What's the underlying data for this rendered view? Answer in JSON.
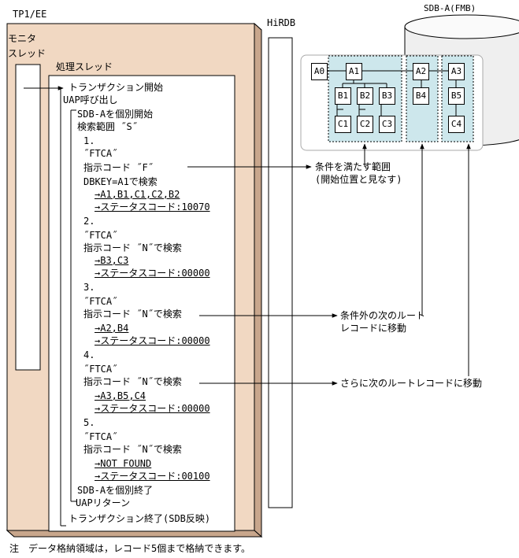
{
  "title_tp1": "TP1/EE",
  "title_hirdb": "HiRDB",
  "title_sdb": "SDB-A(FMB)",
  "monitor_label": [
    "モニタ",
    "スレッド"
  ],
  "process_label": "処理スレッド",
  "steps": [
    {
      "text": "トランザクション開始",
      "u": false
    },
    {
      "text": "UAP呼び出し",
      "u": false
    },
    {
      "text": "SDB-Aを個別開始",
      "u": false
    },
    {
      "text": "検索範囲 ˝S˝",
      "u": false
    },
    {
      "text": "1.",
      "u": false
    },
    {
      "text": "˝FTCA˝",
      "u": false
    },
    {
      "text": "指示コード ˝F˝",
      "u": false
    },
    {
      "text": "DBKEY=A1で検索",
      "u": false
    },
    {
      "text": "→A1,B1,C1,C2,B2",
      "u": true
    },
    {
      "text": "→ステータスコード:10070",
      "u": true
    },
    {
      "text": "2.",
      "u": false
    },
    {
      "text": "˝FTCA˝",
      "u": false
    },
    {
      "text": "指示コード ˝N˝で検索",
      "u": false
    },
    {
      "text": "→B3,C3",
      "u": true
    },
    {
      "text": "→ステータスコード:00000",
      "u": true
    },
    {
      "text": "3.",
      "u": false
    },
    {
      "text": "˝FTCA˝",
      "u": false
    },
    {
      "text": "指示コード ˝N˝で検索",
      "u": false
    },
    {
      "text": "→A2,B4",
      "u": true
    },
    {
      "text": "→ステータスコード:00000",
      "u": true
    },
    {
      "text": "4.",
      "u": false
    },
    {
      "text": "˝FTCA˝",
      "u": false
    },
    {
      "text": "指示コード ˝N˝で検索",
      "u": false
    },
    {
      "text": "→A3,B5,C4",
      "u": true
    },
    {
      "text": "→ステータスコード:00000",
      "u": true
    },
    {
      "text": "5.",
      "u": false
    },
    {
      "text": "˝FTCA˝",
      "u": false
    },
    {
      "text": "指示コード ˝N˝で検索",
      "u": false
    },
    {
      "text": "→NOT FOUND",
      "u": true
    },
    {
      "text": "→ステータスコード:00100",
      "u": true
    },
    {
      "text": "SDB-Aを個別終了",
      "u": false
    },
    {
      "text": "UAPリターン",
      "u": false
    },
    {
      "text": "トランザクション終了(SDB反映)",
      "u": false
    }
  ],
  "records": {
    "a0": "A0",
    "a1": "A1",
    "a2": "A2",
    "a3": "A3",
    "b1": "B1",
    "b2": "B2",
    "b3": "B3",
    "b4": "B4",
    "b5": "B5",
    "c1": "C1",
    "c2": "C2",
    "c3": "C3",
    "c4": "C4"
  },
  "annotations": {
    "range_line1": "条件を満たす範囲",
    "range_line2": "(開始位置と見なす)",
    "next_root_line1": "条件外の次のルート",
    "next_root_line2": "レコードに移動",
    "further": "さらに次のルートレコードに移動"
  },
  "note": "注　データ格納領域は，レコード5個まで格納できます。",
  "colors": {
    "panel": "#f1d8c2",
    "panel_edge": "#8a6a55",
    "group_fill": "#cde7ec",
    "cylinder": "#f2f2f2"
  }
}
